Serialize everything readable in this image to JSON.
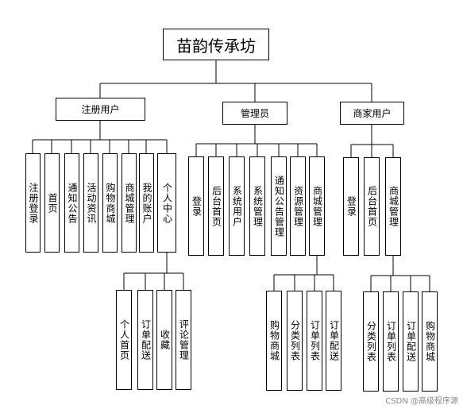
{
  "root": {
    "label": "苗韵传承坊"
  },
  "roles": [
    {
      "label": "注册用户",
      "modules": [
        {
          "label": "注册登录"
        },
        {
          "label": "首页"
        },
        {
          "label": "通知公告"
        },
        {
          "label": "活动资讯"
        },
        {
          "label": "购物商城"
        },
        {
          "label": "商城管理"
        },
        {
          "label": "我的账户"
        },
        {
          "label": "个人中心",
          "children": [
            {
              "label": "个人首页"
            },
            {
              "label": "订单配送"
            },
            {
              "label": "收藏"
            },
            {
              "label": "评论管理"
            }
          ]
        }
      ]
    },
    {
      "label": "管理员",
      "modules": [
        {
          "label": "登录"
        },
        {
          "label": "后台首页"
        },
        {
          "label": "系统用户"
        },
        {
          "label": "系统管理"
        },
        {
          "label": "通知公告管理"
        },
        {
          "label": "资源管理"
        },
        {
          "label": "商城管理",
          "children": [
            {
              "label": "购物商城"
            },
            {
              "label": "分类列表"
            },
            {
              "label": "订单列表"
            },
            {
              "label": "订单配送"
            }
          ]
        }
      ]
    },
    {
      "label": "商家用户",
      "modules": [
        {
          "label": "登录"
        },
        {
          "label": "后台首页"
        },
        {
          "label": "商城管理",
          "children": [
            {
              "label": "分类列表"
            },
            {
              "label": "订单列表"
            },
            {
              "label": "订单配送"
            },
            {
              "label": "购物商城"
            }
          ]
        }
      ]
    }
  ],
  "watermark": "CSDN @高级程序源"
}
